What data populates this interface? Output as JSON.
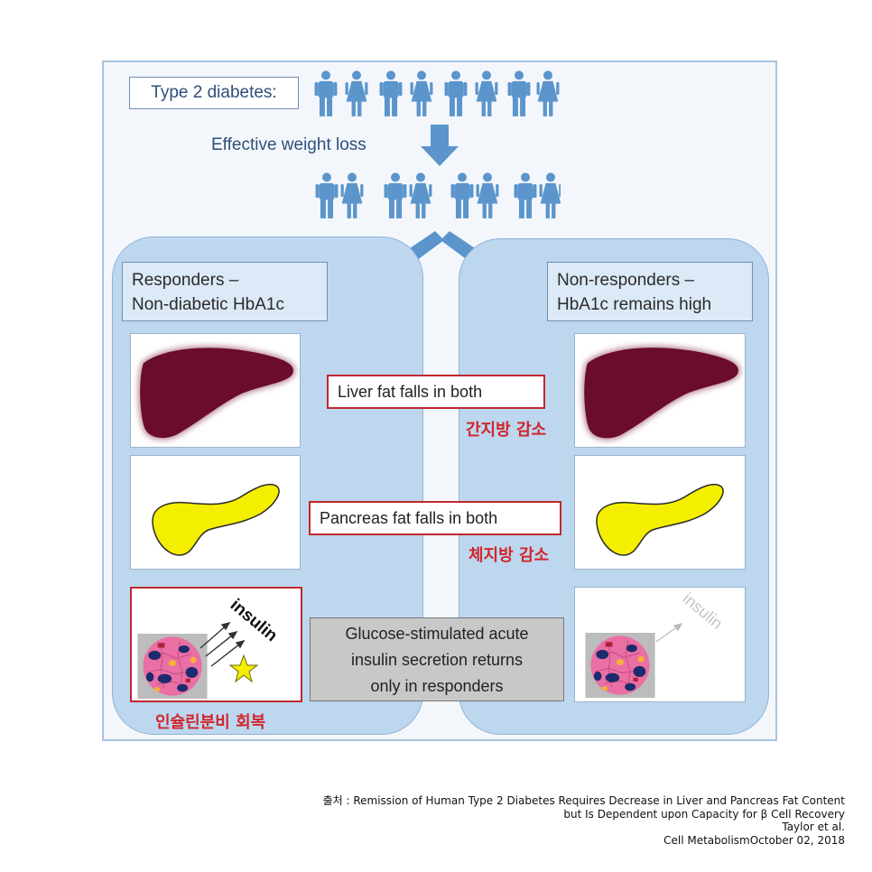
{
  "header": {
    "title": "Type 2 diabetes:",
    "weight_loss": "Effective weight loss"
  },
  "responders": {
    "heading_line1": "Responders –",
    "heading_line2": "Non-diabetic HbA1c"
  },
  "non_responders": {
    "heading_line1": "Non-responders –",
    "heading_line2": "HbA1c remains high"
  },
  "findings": {
    "liver": "Liver fat falls in both",
    "liver_kr": "간지방 감소",
    "pancreas": "Pancreas fat falls in both",
    "pancreas_kr": "체지방 감소",
    "insulin_line1": "Glucose-stimulated acute",
    "insulin_line2": "insulin secretion returns",
    "insulin_line3": "only in responders",
    "insulin_kr": "인슐린분비 회복"
  },
  "insulin_label": "insulin",
  "source": {
    "line1": "출처 : Remission of Human Type 2 Diabetes Requires Decrease in Liver and Pancreas Fat Content",
    "line2": "but Is Dependent upon Capacity for β Cell Recovery",
    "line3": "Taylor et al.",
    "line4": "Cell MetabolismOctober 02, 2018"
  },
  "colors": {
    "figure": "#5b95cc",
    "liver": "#6b0b2e",
    "pancreas": "#f4ef00",
    "highlight": "#c0282d",
    "panel": "#bdd7ef"
  },
  "icons": [
    "male-person-icon",
    "female-person-icon",
    "down-arrow-icon",
    "star-icon",
    "islet-cell-icon"
  ]
}
